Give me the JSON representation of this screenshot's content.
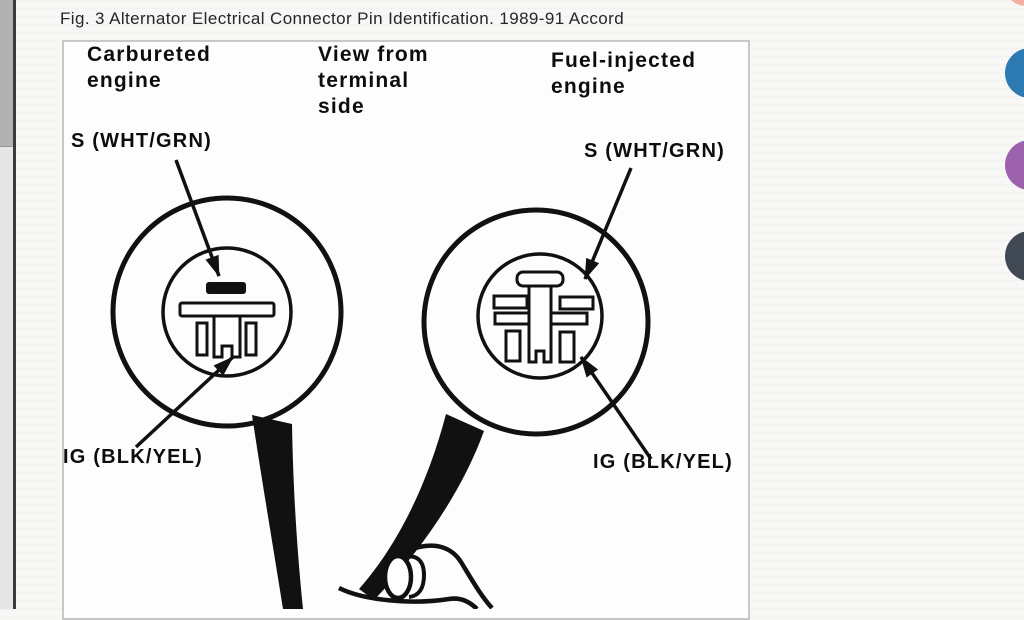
{
  "figure": {
    "title": "Fig. 3 Alternator Electrical Connector Pin Identification. 1989-91 Accord",
    "header_carbureted": "Carbureted\nengine",
    "header_view": "View from\nterminal\nside",
    "header_fuel_injected": "Fuel-injected\nengine",
    "carbureted_connector": {
      "terminal_s": "S (WHT/GRN)",
      "terminal_ig": "IG (BLK/YEL)"
    },
    "fuel_injected_connector": {
      "terminal_s": "S (WHT/GRN)",
      "terminal_ig": "IG (BLK/YEL)"
    }
  },
  "edge_icons": {
    "red": "#ef9d8d",
    "blue": "#2d7ab3",
    "purple": "#9c62ad",
    "dark": "#3f4853"
  }
}
